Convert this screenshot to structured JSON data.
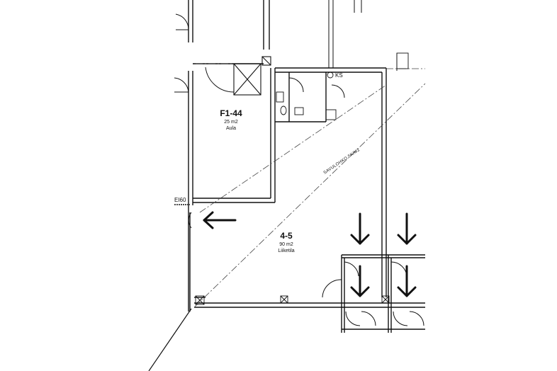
{
  "rooms": [
    {
      "code": "F1-44",
      "area": "25 m2",
      "name": "Aula"
    },
    {
      "code": "4-5",
      "area": "90 m2",
      "name": "Liiketila"
    }
  ],
  "labels": {
    "fire_class": "EI60",
    "shaft": "KS",
    "diagonal": "SAVULOHKO 5K/M2"
  },
  "arrows": [
    {
      "direction": "left"
    },
    {
      "direction": "down"
    },
    {
      "direction": "down"
    },
    {
      "direction": "down"
    },
    {
      "direction": "down"
    }
  ]
}
